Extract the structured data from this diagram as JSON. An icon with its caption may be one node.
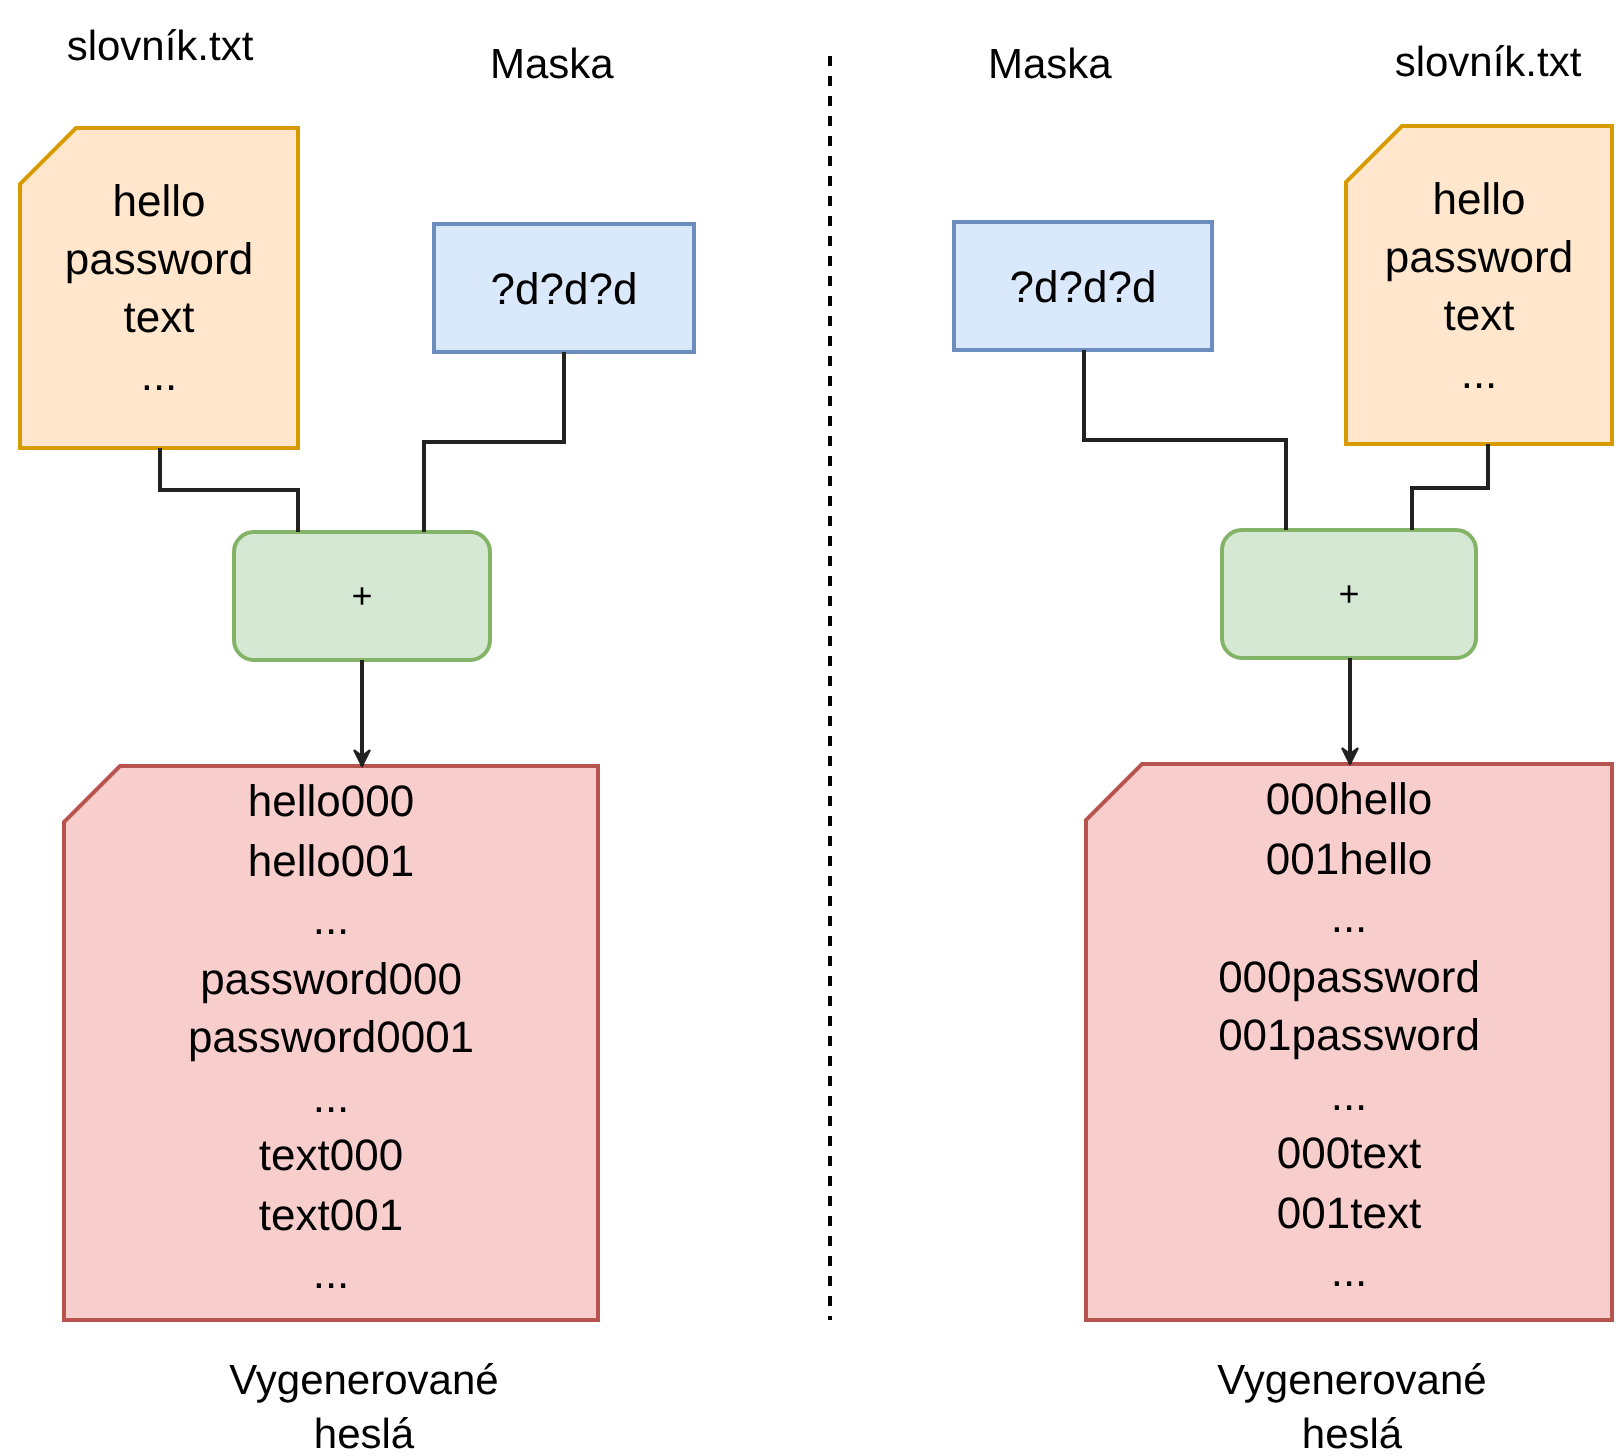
{
  "diagram": {
    "nodes": [
      {
        "text": [
          "hello",
          "password",
          "text",
          "..."
        ],
        "beside": [
          "slovník.txt"
        ]
      },
      {
        "text": [
          "?d?d?d"
        ]
      },
      {
        "text": [
          "+"
        ]
      },
      {
        "text": [
          "hello000",
          "hello001",
          "...",
          "password000",
          "password0001",
          "...",
          "text000",
          "text001",
          "..."
        ],
        "beside": [
          "Vygenerované heslá"
        ]
      },
      {
        "text": [
          "?d?d?d"
        ]
      },
      {
        "text": [
          "hello",
          "password",
          "text",
          "..."
        ],
        "beside": [
          "slovník.txt"
        ]
      },
      {
        "text": [
          "+"
        ]
      },
      {
        "text": [
          "000hello",
          "001hello",
          "...",
          "000password",
          "001password",
          "...",
          "000text",
          "001text",
          "..."
        ],
        "beside": [
          "Vygenerované heslá"
        ]
      }
    ],
    "edges": [
      {
        "from": 0,
        "to": 2,
        "arrow": "none"
      },
      {
        "from": 1,
        "to": 2,
        "arrow": "none"
      },
      {
        "from": 2,
        "to": 3,
        "arrow": "to"
      },
      {
        "from": 4,
        "to": 6,
        "arrow": "none"
      },
      {
        "from": 5,
        "to": 6,
        "arrow": "none"
      },
      {
        "from": 6,
        "to": 7,
        "arrow": "to"
      }
    ],
    "labels": [
      "Maska",
      "Maska"
    ]
  }
}
